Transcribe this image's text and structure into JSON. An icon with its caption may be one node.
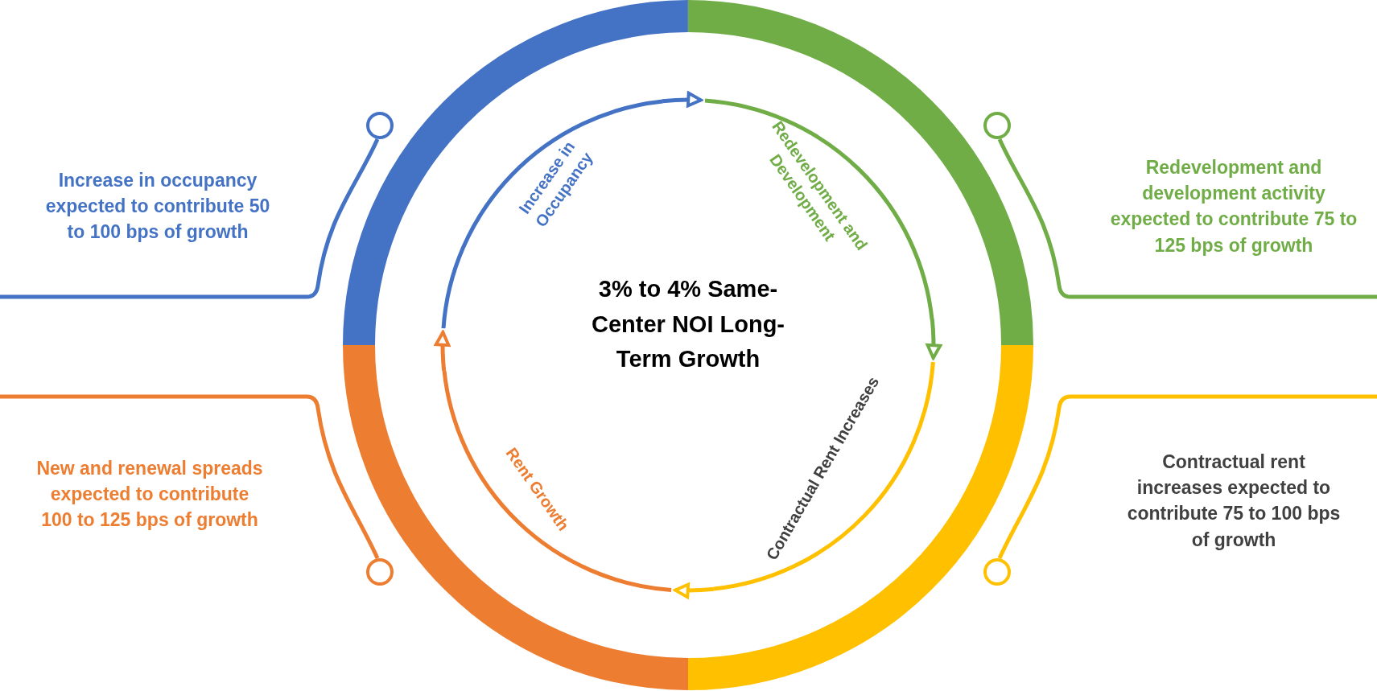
{
  "diagram": {
    "nodes": [
      {
        "text": [
          "Increase in occupancy expected to contribute 50 to 100 bps of growth"
        ]
      },
      {
        "text": [],
        "shape": "circle"
      },
      {
        "text": [
          "Increase in Occupancy"
        ]
      },
      {
        "text": [
          "Redevelopment and Development"
        ]
      },
      {
        "text": [],
        "shape": "circle"
      },
      {
        "text": [
          "Redevelopment and development activity expected to contribute 75 to 125 bps of growth"
        ]
      },
      {
        "text": [
          "New and renewal spreads expected to contribute 100 to 125 bps of growth"
        ]
      },
      {
        "text": [],
        "shape": "circle"
      },
      {
        "text": [
          "Rent Growth"
        ]
      },
      {
        "text": [
          "Contractual Rent Increases"
        ]
      },
      {
        "text": [],
        "shape": "circle"
      },
      {
        "text": [
          "Contractual rent increases expected to contribute 75 to 100 bps of growth"
        ]
      }
    ],
    "edges": [
      {
        "from": 0,
        "to": 1,
        "arrow": "none",
        "color": "#4472c4"
      },
      {
        "from": 5,
        "to": 4,
        "arrow": "none",
        "color": "#70ad47"
      },
      {
        "from": 6,
        "to": 7,
        "arrow": "none",
        "color": "#ed7d31"
      },
      {
        "from": 11,
        "to": 10,
        "arrow": "none",
        "color": "#ffc000"
      },
      {
        "from": 2,
        "to": 3,
        "arrow": "to",
        "color": "#4472c4"
      },
      {
        "from": 3,
        "to": 9,
        "arrow": "to",
        "color": "#70ad47"
      },
      {
        "from": 9,
        "to": 8,
        "arrow": "to",
        "color": "#ffc000"
      },
      {
        "from": 8,
        "to": 2,
        "arrow": "to",
        "color": "#ed7d31"
      }
    ],
    "labels": [
      "3% to 4% Same-Center NOI Long-Term Growth"
    ]
  }
}
